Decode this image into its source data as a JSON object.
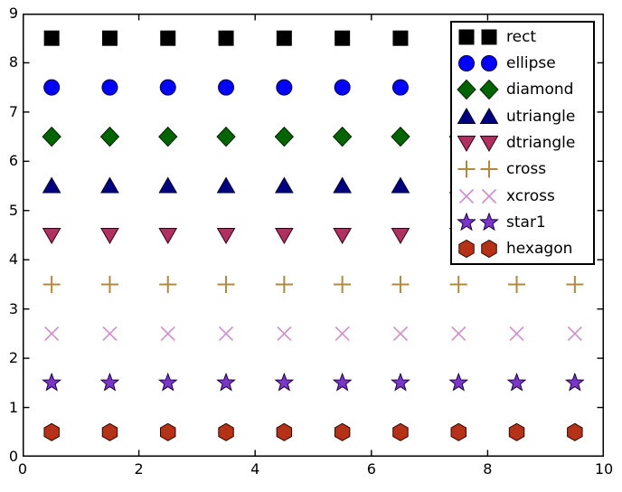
{
  "figure": {
    "background": "#ffffff",
    "spine_color": "#000000"
  },
  "chart_data": {
    "type": "scatter",
    "title": "",
    "xlabel": "",
    "ylabel": "",
    "xlim": [
      0,
      10
    ],
    "ylim": [
      0,
      9
    ],
    "xticks": [
      0,
      2,
      4,
      6,
      8,
      10
    ],
    "xtick_labels": [
      "0",
      "2",
      "4",
      "6",
      "8",
      "10"
    ],
    "yticks": [
      0,
      1,
      2,
      3,
      4,
      5,
      6,
      7,
      8,
      9
    ],
    "ytick_labels": [
      "0",
      "1",
      "2",
      "3",
      "4",
      "5",
      "6",
      "7",
      "8",
      "9"
    ],
    "grid": false,
    "legend_position": "upper right",
    "x": [
      0.5,
      1.5,
      2.5,
      3.5,
      4.5,
      5.5,
      6.5,
      7.5,
      8.5,
      9.5
    ],
    "series": [
      {
        "name": "rect",
        "marker": "rect",
        "y": 8.5,
        "fill": "#000000",
        "edge": "#000000"
      },
      {
        "name": "ellipse",
        "marker": "ellipse",
        "y": 7.5,
        "fill": "#0000ff",
        "edge": "#00003c"
      },
      {
        "name": "diamond",
        "marker": "diamond",
        "y": 6.5,
        "fill": "#006400",
        "edge": "#002200"
      },
      {
        "name": "utriangle",
        "marker": "utriangle",
        "y": 5.5,
        "fill": "#000080",
        "edge": "#000028"
      },
      {
        "name": "dtriangle",
        "marker": "dtriangle",
        "y": 4.5,
        "fill": "#b03060",
        "edge": "#2e0014"
      },
      {
        "name": "cross",
        "marker": "cross",
        "y": 3.5,
        "stroke": "#b0893f"
      },
      {
        "name": "xcross",
        "marker": "xcross",
        "y": 2.5,
        "stroke": "#ce8ecd"
      },
      {
        "name": "star1",
        "marker": "star1",
        "y": 1.5,
        "fill": "#7b35c8",
        "edge": "#1c0040"
      },
      {
        "name": "hexagon",
        "marker": "hexagon",
        "y": 0.5,
        "fill": "#b53218",
        "edge": "#2b0800"
      }
    ],
    "note_visible_points": "10 points per series; points at x=7.5,8.5,9.5 of the top five series are hidden behind the legend box"
  },
  "legend": {
    "markers_per_entry": 2,
    "entries": [
      "rect",
      "ellipse",
      "diamond",
      "utriangle",
      "dtriangle",
      "cross",
      "xcross",
      "star1",
      "hexagon"
    ]
  }
}
